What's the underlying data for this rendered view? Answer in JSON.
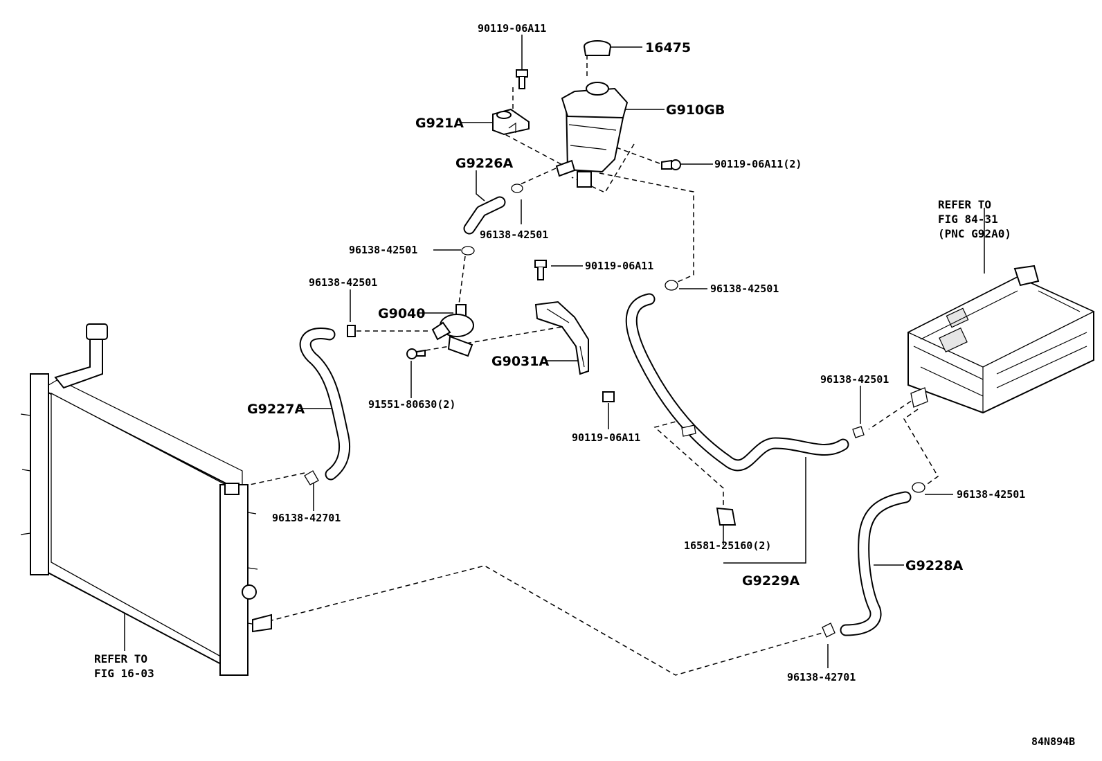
{
  "diagram_code": "84N894B",
  "labels": {
    "p16475": "16475",
    "p90119_top": "90119-06A11",
    "pG910GB": "G910GB",
    "pG921A": "G921A",
    "p90119_tank": "90119-06A11(2)",
    "pG9226A": "G9226A",
    "p96138_tank": "96138-42501",
    "p96138_hose": "96138-42501",
    "p90119_bracket": "90119-06A11",
    "p96138_right": "96138-42501",
    "p96138_pumpin": "96138-42501",
    "pG9040": "G9040",
    "pG9031A": "G9031A",
    "p91551": "91551-80630(2)",
    "pG9227A": "G9227A",
    "p90119_lower": "90119-06A11",
    "p96138_inv": "96138-42501",
    "p96138_rad": "96138-42701",
    "p16581": "16581-25160(2)",
    "pG9229A": "G9229A",
    "p96138_g9228": "96138-42501",
    "pG9228A": "G9228A",
    "p96138_bottom": "96138-42701"
  },
  "references": {
    "inverter_1": "REFER TO",
    "inverter_2": "FIG 84-31",
    "inverter_3": "(PNC G92A0)",
    "radiator_1": "REFER TO",
    "radiator_2": "FIG 16-03"
  }
}
